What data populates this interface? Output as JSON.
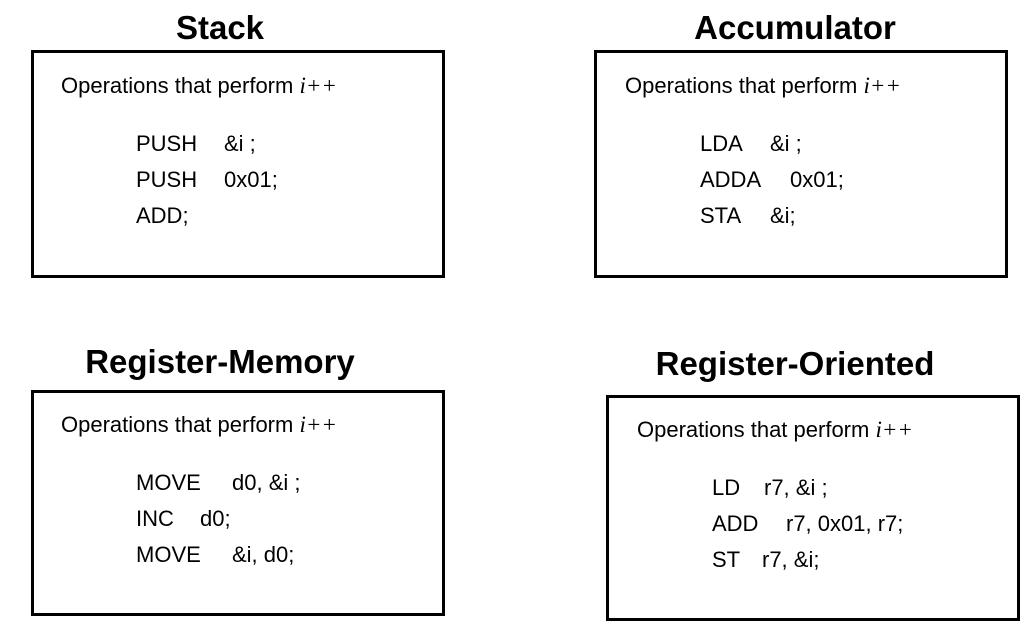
{
  "panels": [
    {
      "title": "Stack",
      "intro_text": "Operations that perform ",
      "intro_var": "i++",
      "lines": [
        {
          "op": "PUSH",
          "args": "&i ;"
        },
        {
          "op": "PUSH",
          "args": "0x01;"
        },
        {
          "op": "ADD;",
          "args": ""
        }
      ]
    },
    {
      "title": "Accumulator",
      "intro_text": "Operations that perform ",
      "intro_var": "i++",
      "lines": [
        {
          "op": "LDA",
          "args": "&i ;"
        },
        {
          "op": "ADDA",
          "args": "0x01;"
        },
        {
          "op": "STA",
          "args": "&i;"
        }
      ]
    },
    {
      "title": "Register-Memory",
      "intro_text": "Operations that perform ",
      "intro_var": "i++",
      "lines": [
        {
          "op": "MOVE",
          "args": "d0, &i ;"
        },
        {
          "op": "INC",
          "args": "d0;"
        },
        {
          "op": "MOVE",
          "args": "&i, d0;"
        }
      ]
    },
    {
      "title": "Register-Oriented",
      "intro_text": "Operations that perform ",
      "intro_var": "i++",
      "lines": [
        {
          "op": "LD",
          "args": "r7, &i ;"
        },
        {
          "op": "ADD",
          "args": "r7, 0x01, r7;"
        },
        {
          "op": "ST",
          "args": "r7, &i;"
        }
      ]
    }
  ]
}
